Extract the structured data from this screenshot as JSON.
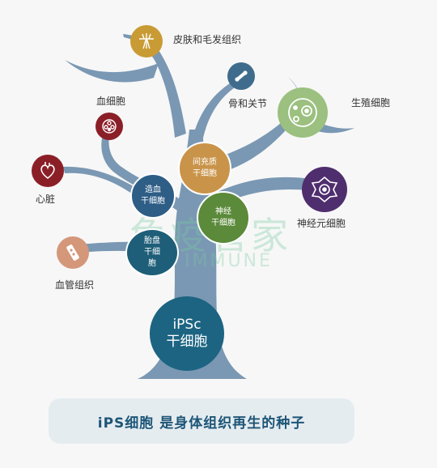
{
  "nodes": {
    "root": "iPSc\n干细胞",
    "mesenchymal": "间充质\n干细胞",
    "hematopoietic": "造血\n干细胞",
    "neural": "神经\n干细胞",
    "placental": "胎盘\n干细\n胞"
  },
  "labels": {
    "skin_hair": "皮肤和毛发组织",
    "bone_joint": "骨和关节",
    "germ_cell": "生殖细胞",
    "blood_cell": "血细胞",
    "heart": "心脏",
    "neuron": "神经元细胞",
    "vascular": "血管组织"
  },
  "watermark": {
    "cn": "免疫管家",
    "en": "IMMUNE"
  },
  "banner": "iPS细胞  是身体组织再生的种子",
  "icons": {
    "skin_hair": "hair-follicle-icon",
    "bone_joint": "bone-joint-icon",
    "germ_cell": "germ-cell-icon",
    "blood_cell": "blood-cell-icon",
    "heart": "heart-icon",
    "neuron": "neuron-icon",
    "vascular": "vascular-tissue-icon"
  },
  "colors": {
    "tree": "#7a98b3",
    "root": "#1c6482",
    "mesenchymal": "#c9944a",
    "hematopoietic": "#2e5d86",
    "neural": "#5b8a3a",
    "placental": "#1e5e78",
    "skin_hair": "#c99b34",
    "bone_joint": "#3f6c8c",
    "germ_cell": "#9bc07f",
    "blood_cell": "#8b1f27",
    "heart": "#8b1f27",
    "neuron": "#4f2e6e",
    "vascular": "#d4977a"
  }
}
